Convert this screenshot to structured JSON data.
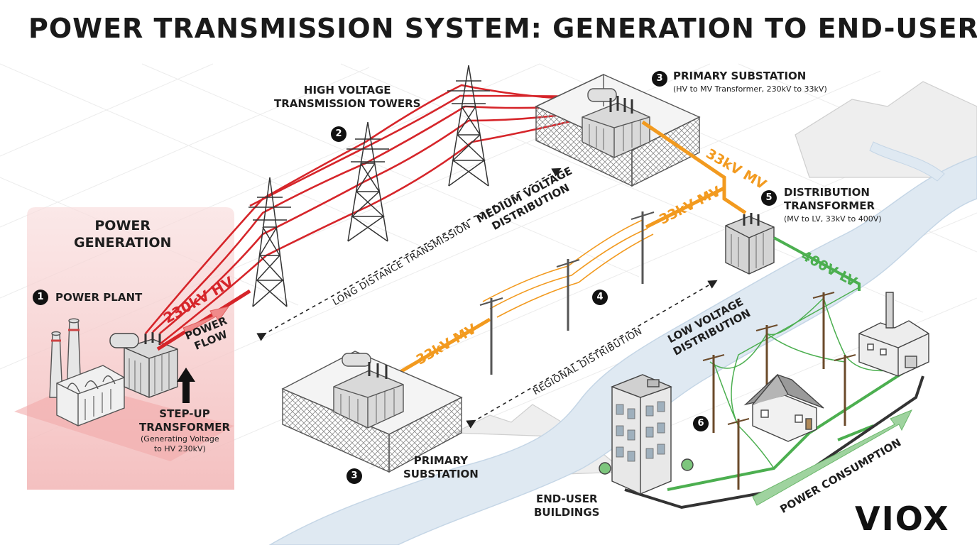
{
  "title": "POWER TRANSMISSION SYSTEM: GENERATION TO END-USER",
  "sections": {
    "power_generation": "POWER\nGENERATION",
    "power_plant": "POWER PLANT",
    "step_up": "STEP-UP\nTRANSFORMER",
    "step_up_note": "(Generating Voltage\nto HV 230kV)",
    "hv_towers": "HIGH VOLTAGE\nTRANSMISSION TOWERS",
    "primary_substation_top": "PRIMARY SUBSTATION",
    "primary_substation_top_note": "(HV to MV Transformer, 230kV to 33kV)",
    "mv_distribution": "MEDIUM VOLTAGE\nDISTRIBUTION",
    "distribution_transformer": "DISTRIBUTION\nTRANSFORMER",
    "distribution_transformer_note": "(MV to LV, 33kV to 400V)",
    "lv_distribution": "LOW VOLTAGE\nDISTRIBUTION",
    "primary_substation_bottom": "PRIMARY\nSUBSTATION",
    "end_user": "END-USER\nBUILDINGS"
  },
  "steps": {
    "s1": "1",
    "s2": "2",
    "s3a": "3",
    "s3b": "3",
    "s4": "4",
    "s5": "5",
    "s6": "6"
  },
  "voltages": {
    "hv": "230kV HV",
    "mv1": "33kV MV",
    "mv2": "33kV MV",
    "mv3": "33kV MV",
    "lv": "400V LV"
  },
  "annotations": {
    "power_flow": "POWER\nFLOW",
    "long_distance": "LONG DISTANCE TRANSMISSION",
    "regional": "REGIONAL DISTRIBUTION",
    "consumption": "POWER CONSUMPTION"
  },
  "brand": "VIOX",
  "colors": {
    "hv": "#d6252a",
    "mv": "#f29a1f",
    "lv": "#4caf50",
    "generation_bg": "#f7cfcf"
  }
}
